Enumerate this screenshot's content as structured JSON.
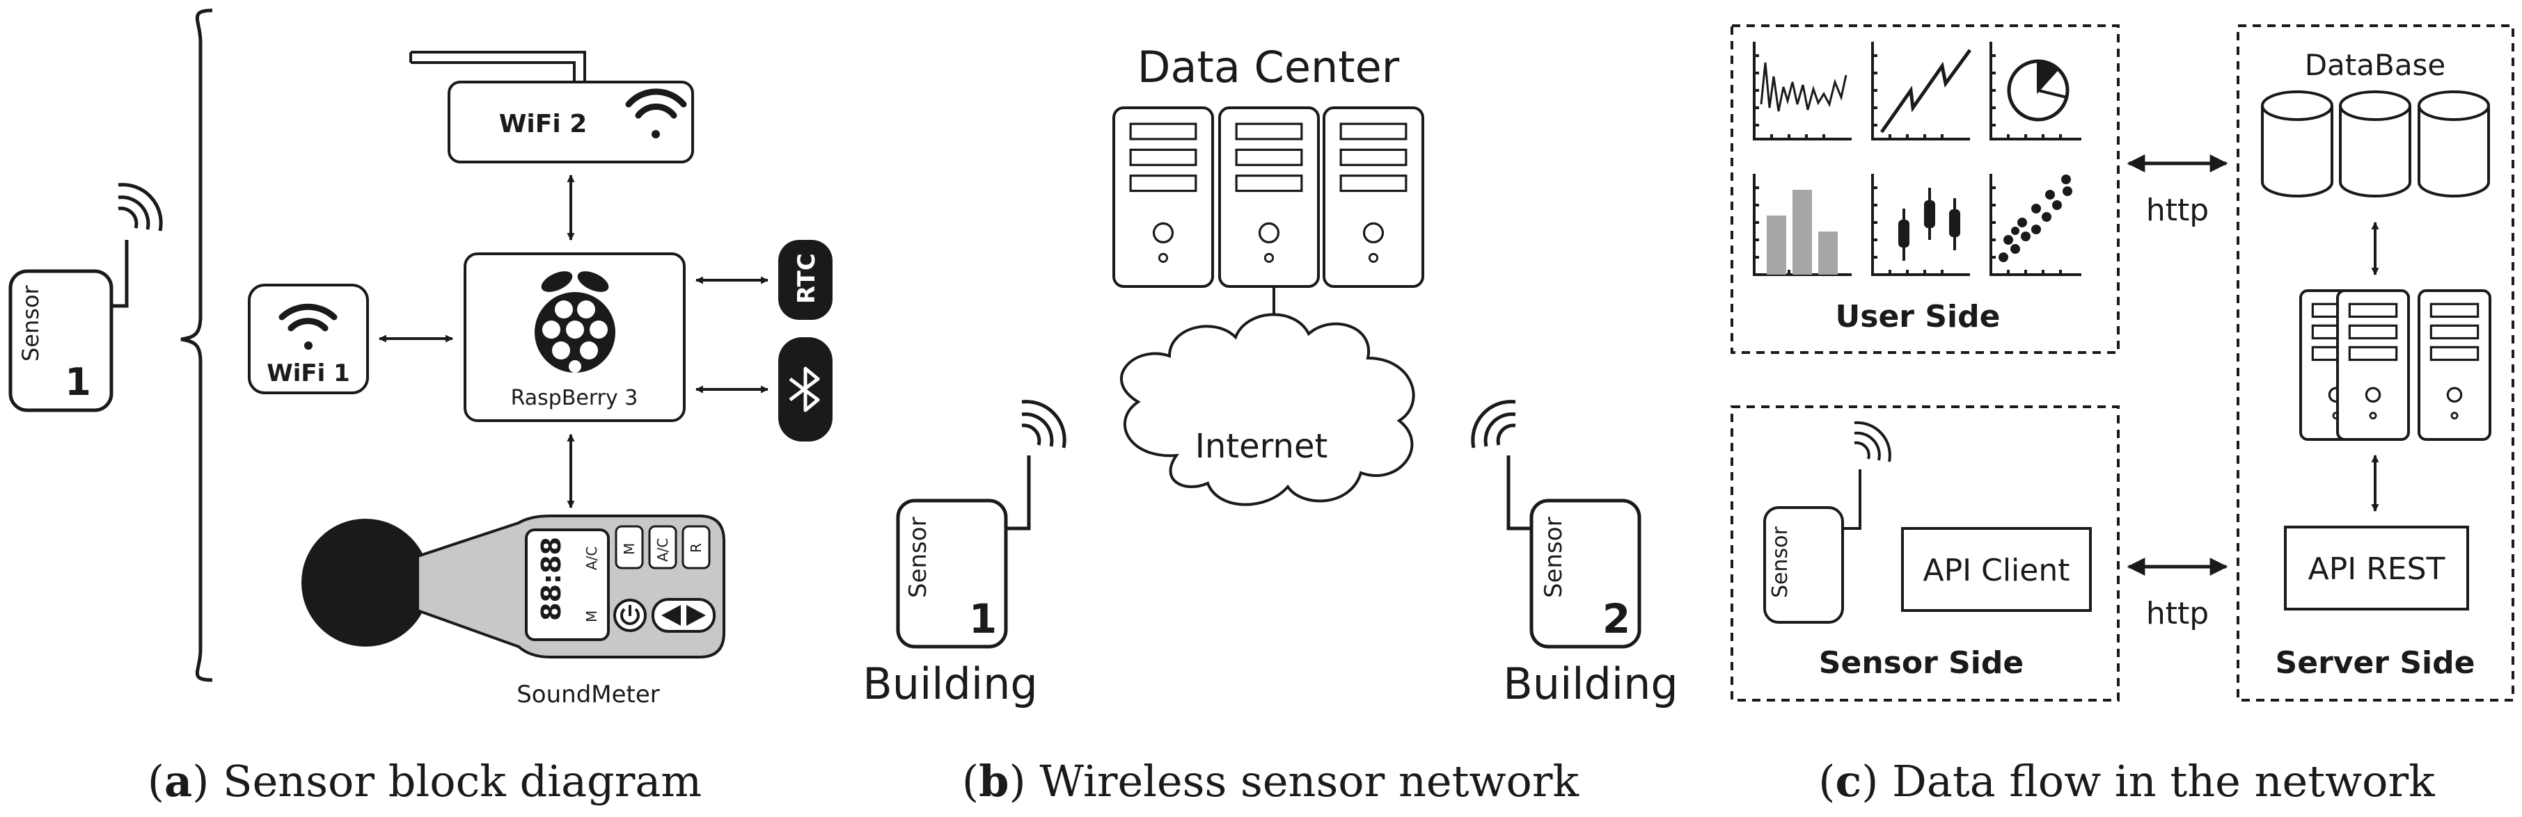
{
  "panel_a": {
    "sensor": {
      "label": "Sensor",
      "number": "1"
    },
    "wifi2_label": "WiFi 2",
    "wifi1_label": "WiFi 1",
    "raspberry_label": "RaspBerry 3",
    "rtc_label": "RTC",
    "soundmeter_label": "SoundMeter",
    "meter_display": "88:88",
    "meter_ac": "A/C",
    "meter_m": "M",
    "meter_r": "R",
    "caption_letter": "a",
    "caption_text": " Sensor block diagram"
  },
  "panel_b": {
    "data_center_label": "Data Center",
    "internet_label": "Internet",
    "sensor1": {
      "label": "Sensor",
      "number": "1"
    },
    "sensor2": {
      "label": "Sensor",
      "number": "2"
    },
    "building1_label": "Building",
    "building2_label": "Building",
    "caption_letter": "b",
    "caption_text": " Wireless sensor network"
  },
  "panel_c": {
    "user_side_label": "User Side",
    "database_label": "DataBase",
    "sensor_side_label": "Sensor Side",
    "server_side_label": "Server Side",
    "api_client_label": "API Client",
    "api_rest_label": "API REST",
    "http_top": "http",
    "http_bottom": "http",
    "sensor_label": "Sensor",
    "caption_letter": "c",
    "caption_text": " Data flow in the network"
  }
}
